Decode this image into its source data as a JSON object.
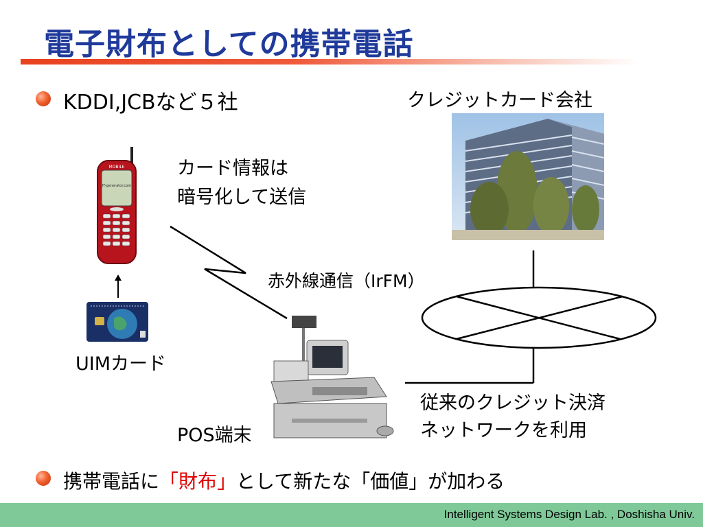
{
  "slide": {
    "title": "電子財布としての携帯電話",
    "bullet1": "KDDI,JCBなど５社",
    "credit_company_label": "クレジットカード会社",
    "card_info_line1": "カード情報は",
    "card_info_line2": "暗号化して送信",
    "ir_label": "赤外線通信（IrFM）",
    "uim_label": "UIMカード",
    "pos_label": "POS端末",
    "network_line1": "従来のクレジット決済",
    "network_line2": "ネットワークを利用",
    "bullet2_part1": "携帯電話に",
    "bullet2_part2": "「財布」",
    "bullet2_part3": "として新たな「価値」が加わる",
    "phone_screen_text": "IT-generator.com",
    "phone_brand": "MOBILE"
  },
  "footer": {
    "text": "Intelligent Systems Design Lab. , Doshisha Univ."
  },
  "colors": {
    "title": "#1f3a9a",
    "accent_red": "#e00000",
    "footer_bg": "#7fc999",
    "rule_start": "#e8421e"
  }
}
